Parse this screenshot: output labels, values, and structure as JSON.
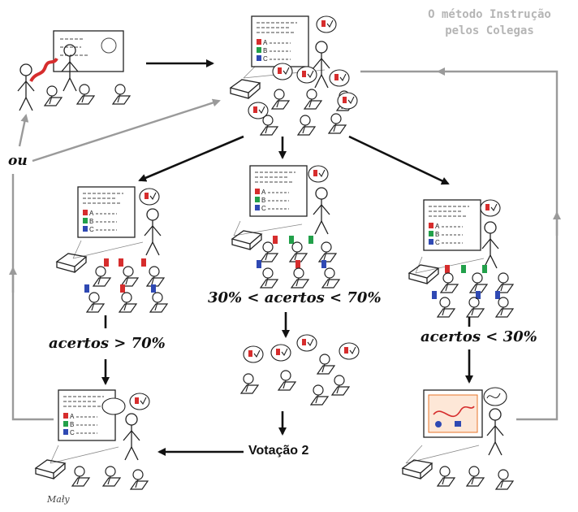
{
  "title": {
    "line1": "O método Instrução",
    "line2": "pelos Colegas"
  },
  "labels": {
    "ou": "ou",
    "high": "acertos > 70%",
    "mid": "30% < acertos < 70%",
    "low": "acertos < 30%",
    "vote2": "Votação 2"
  },
  "signature": "Mały",
  "colors": {
    "red": "#d62d2d",
    "green": "#22a04a",
    "blue": "#2f49b3",
    "arrow_black": "#111111",
    "arrow_gray": "#9a9a9a",
    "title_gray": "#b5b5b5",
    "orange": "#e8742a"
  }
}
